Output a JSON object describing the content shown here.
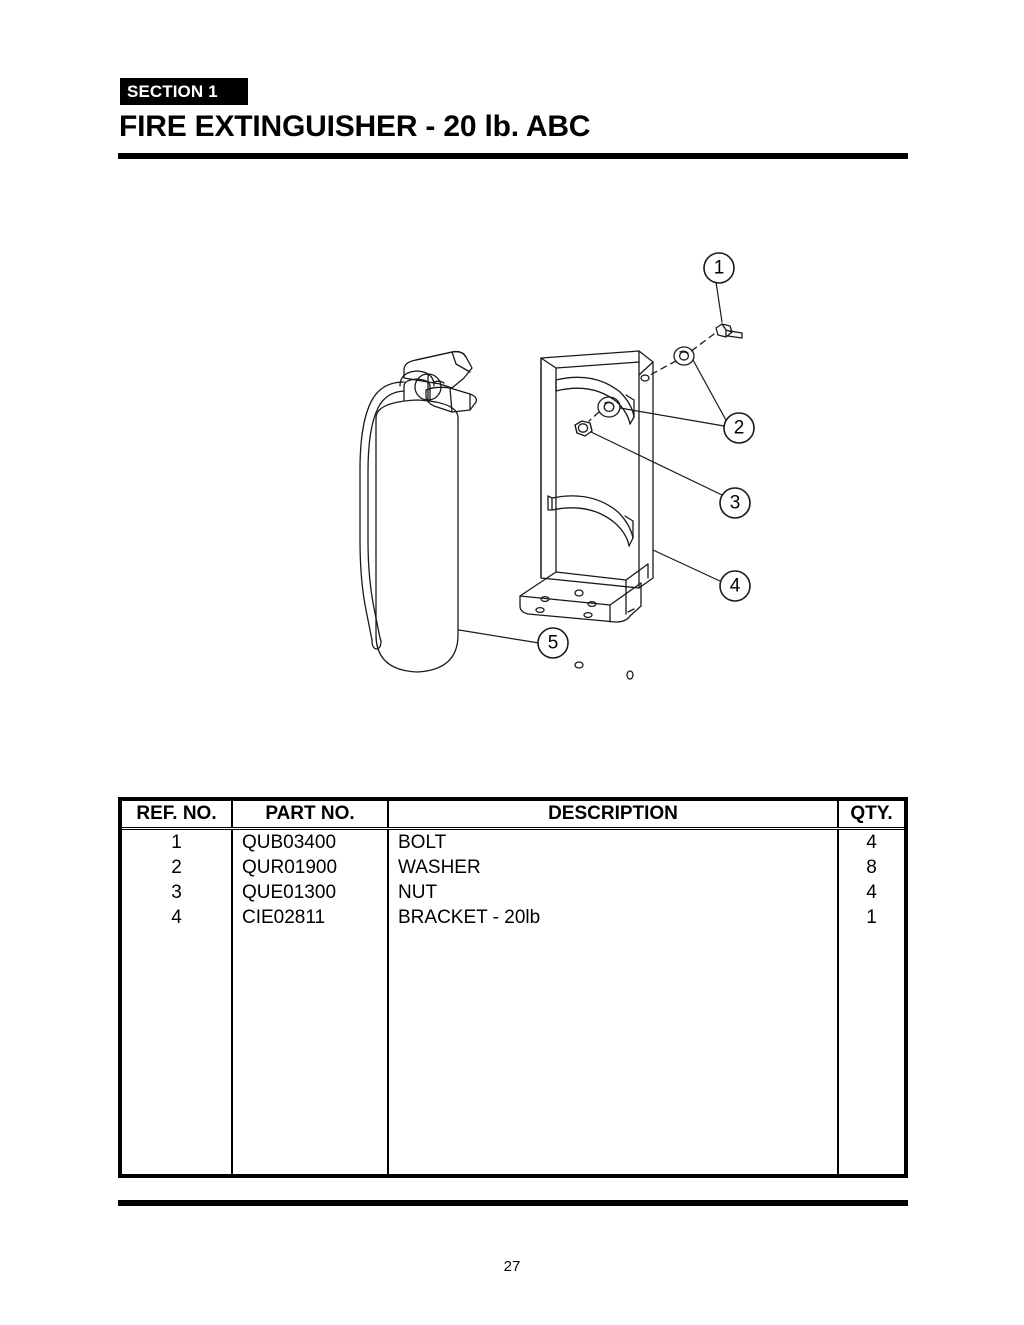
{
  "header": {
    "section_tag": "SECTION 1",
    "title": "FIRE EXTINGUISHER - 20 lb. ABC"
  },
  "illustration": {
    "caption": "exploded view of 20 lb ABC fire extinguisher with wall mounting bracket",
    "callouts": [
      {
        "number": "1",
        "target": "bolt"
      },
      {
        "number": "2",
        "target": "washer"
      },
      {
        "number": "3",
        "target": "nut"
      },
      {
        "number": "4",
        "target": "bracket"
      },
      {
        "number": "5",
        "target": "fire-extinguisher"
      }
    ]
  },
  "table": {
    "columns": [
      "REF. NO.",
      "PART NO.",
      "DESCRIPTION",
      "QTY."
    ],
    "rows": [
      {
        "ref": "1",
        "part": "QUB03400",
        "desc": "BOLT",
        "qty": "4"
      },
      {
        "ref": "2",
        "part": "QUR01900",
        "desc": "WASHER",
        "qty": "8"
      },
      {
        "ref": "3",
        "part": "QUE01300",
        "desc": "NUT",
        "qty": "4"
      },
      {
        "ref": "4",
        "part": "CIE02811",
        "desc": "BRACKET - 20lb",
        "qty": "1"
      }
    ]
  },
  "footer": {
    "page_number": "27"
  },
  "colors": {
    "ink": "#000000",
    "paper": "#ffffff",
    "line": "#1a1a1a"
  }
}
